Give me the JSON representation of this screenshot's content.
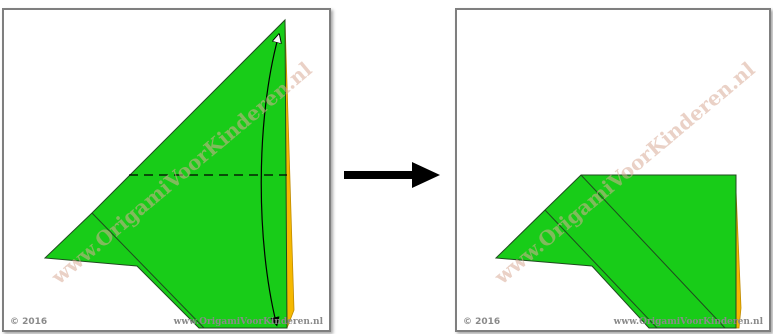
{
  "colors": {
    "paper_green": "#18cc18",
    "paper_back": "#f5b800",
    "line": "#1f4a1f",
    "watermark": "#d8ab98",
    "arrow": "#000000"
  },
  "watermark_text": "www.OrigamiVoorKinderen.nl",
  "panels": [
    {
      "copyright": "© 2016",
      "site": "www.OrigamiVoorKinderen.nl"
    },
    {
      "copyright": "© 2016",
      "site": "www.OrigamiVoorKinderen.nl"
    }
  ],
  "icons": {
    "step_arrow": "right-arrow-icon",
    "fold_arrow": "double-headed-curved-arrow-icon"
  }
}
